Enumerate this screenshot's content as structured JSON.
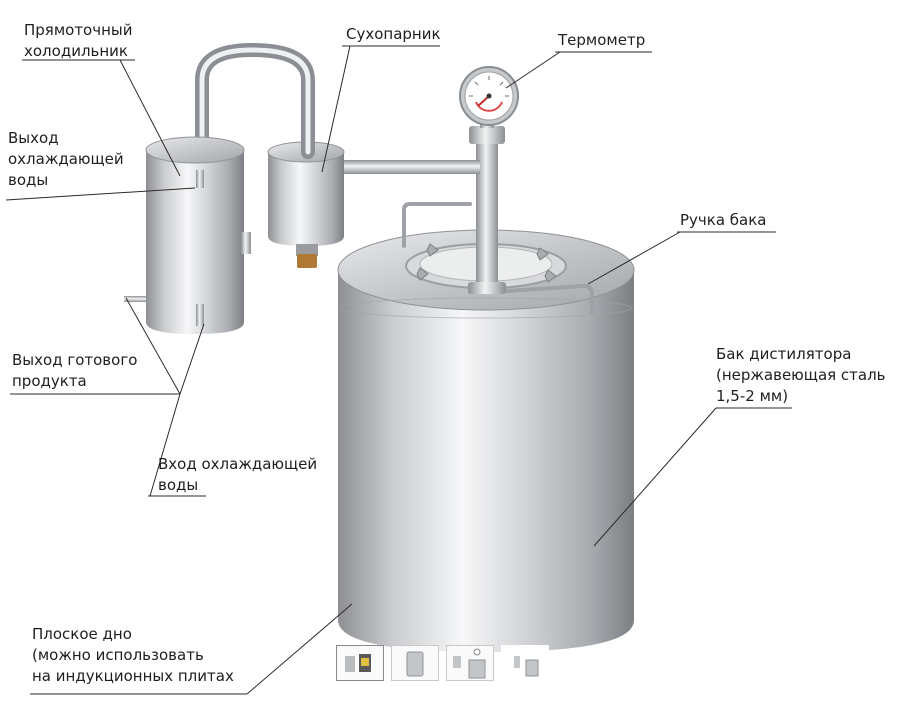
{
  "labels": {
    "condenser": [
      "Прямоточный",
      "холодильник"
    ],
    "coolant_out": [
      "Выход",
      "охлаждающей",
      "воды"
    ],
    "steamer": "Сухопарник",
    "thermometer": "Термометр",
    "handle": "Ручка бака",
    "product_out": [
      "Выход готового",
      "продукта"
    ],
    "tank": [
      "Бак дистилятора",
      "(нержавеющая сталь",
      "1,5-2 мм)"
    ],
    "coolant_in": [
      "Вход охлаждающей",
      "воды"
    ],
    "flat_bottom": [
      "Плоское дно",
      "(можно использовать",
      "на индукционных плитах"
    ]
  },
  "gallery": {
    "thumbnails": [
      "kit-photo",
      "tank-photo",
      "distiller-photo",
      "assembly-photo"
    ],
    "selected": 0
  },
  "colors": {
    "steel_dark": "#8d8f92",
    "steel_light": "#f4f5f6",
    "leader_line": "#2a2a2a",
    "brass": "#b07a36"
  }
}
